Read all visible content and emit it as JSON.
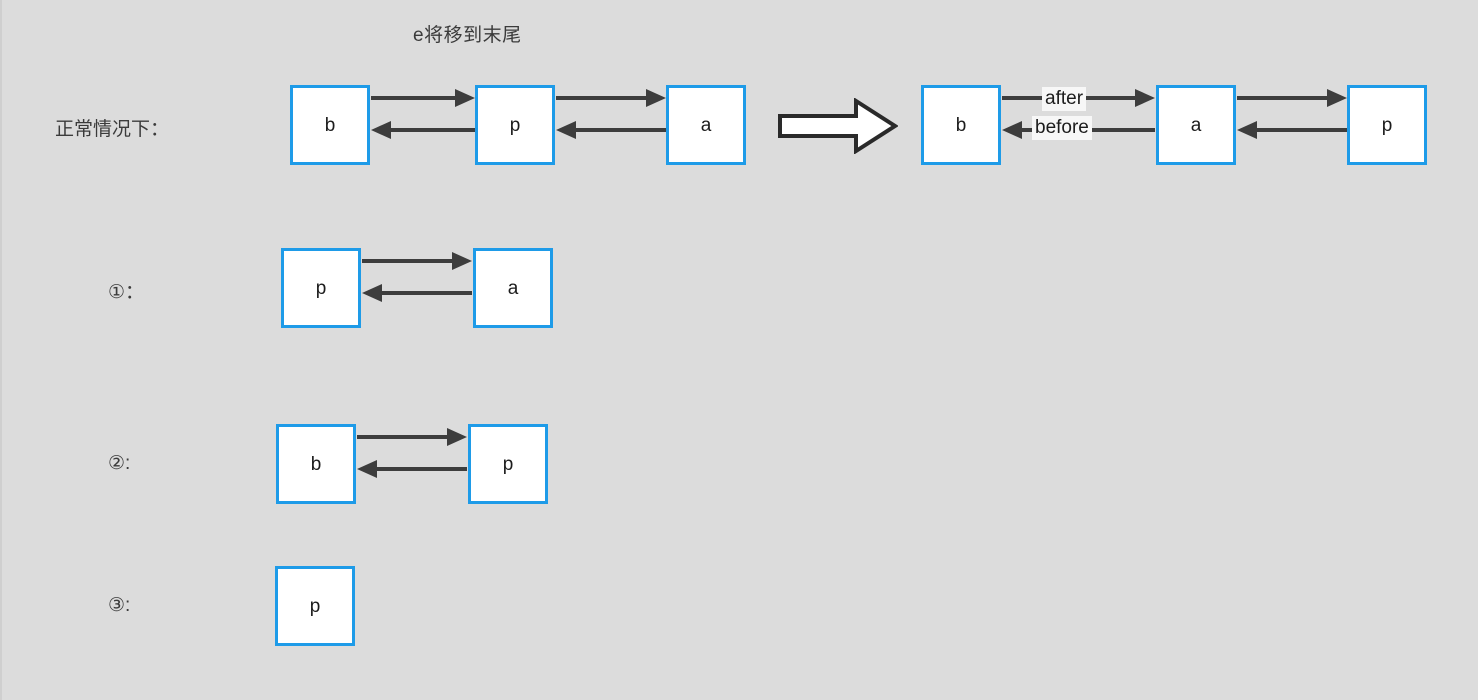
{
  "diagram": {
    "title": "e将移到末尾",
    "background_color": "#dcdcdc",
    "node_border_color": "#1e9be8",
    "node_fill_color": "#ffffff",
    "arrow_color": "#3d3d3d",
    "rows": [
      {
        "label": "正常情况下：",
        "before": {
          "nodes": [
            "b",
            "p",
            "a"
          ],
          "links": [
            {
              "from": "b",
              "to": "p",
              "direction": "both",
              "labels": []
            },
            {
              "from": "p",
              "to": "a",
              "direction": "both",
              "labels": []
            }
          ]
        },
        "transition_icon": "block-arrow-right",
        "after": {
          "nodes": [
            "b",
            "a",
            "p"
          ],
          "links": [
            {
              "from": "b",
              "to": "a",
              "direction": "both",
              "labels": [
                "after",
                "before"
              ]
            },
            {
              "from": "a",
              "to": "p",
              "direction": "both",
              "labels": []
            }
          ]
        }
      },
      {
        "label": "①：",
        "nodes": [
          "p",
          "a"
        ],
        "links": [
          {
            "from": "p",
            "to": "a",
            "direction": "both",
            "labels": []
          }
        ]
      },
      {
        "label": "②:",
        "nodes": [
          "b",
          "p"
        ],
        "links": [
          {
            "from": "b",
            "to": "p",
            "direction": "both",
            "labels": []
          }
        ]
      },
      {
        "label": "③:",
        "nodes": [
          "p"
        ],
        "links": []
      }
    ],
    "edge_labels": {
      "after": "after",
      "before": "before"
    }
  }
}
